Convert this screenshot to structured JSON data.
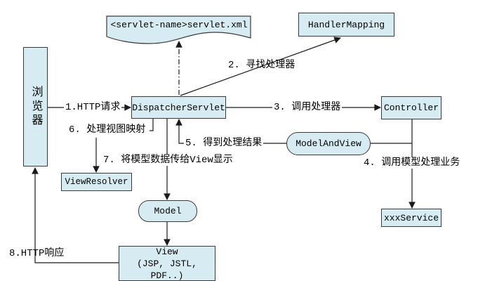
{
  "nodes": {
    "browser": {
      "label": "浏览器"
    },
    "servlet_xml": {
      "label": "<servlet-name>servlet.xml"
    },
    "handler_mapping": {
      "label": "HandlerMapping"
    },
    "dispatcher_servlet": {
      "label": "DispatcherServlet"
    },
    "controller": {
      "label": "Controller"
    },
    "model_and_view": {
      "label": "ModelAndView"
    },
    "view_resolver": {
      "label": "ViewResolver"
    },
    "model": {
      "label": "Model"
    },
    "view": {
      "label": "View",
      "sublabel": "(JSP, JSTL, PDF..)"
    },
    "xxx_service": {
      "label": "xxxService"
    }
  },
  "edges": {
    "http_request": {
      "label": "1.HTTP请求"
    },
    "find_handler": {
      "label": "2.  寻找处理器"
    },
    "invoke_handler": {
      "label": "3. 调用处理器"
    },
    "invoke_model": {
      "label": "4.  调用模型处理业务"
    },
    "get_result": {
      "label": "5. 得到处理结果"
    },
    "view_mapping": {
      "label": "6.  处理视图映射"
    },
    "pass_model_to_view": {
      "label": "7.  将模型数据传给View显示"
    },
    "http_response": {
      "label": "8.HTTP响应"
    }
  },
  "colors": {
    "node_fill": "#d6ebf2",
    "node_border": "#3a3a3a",
    "line": "#1a1a1a",
    "background": "#ffffff"
  }
}
